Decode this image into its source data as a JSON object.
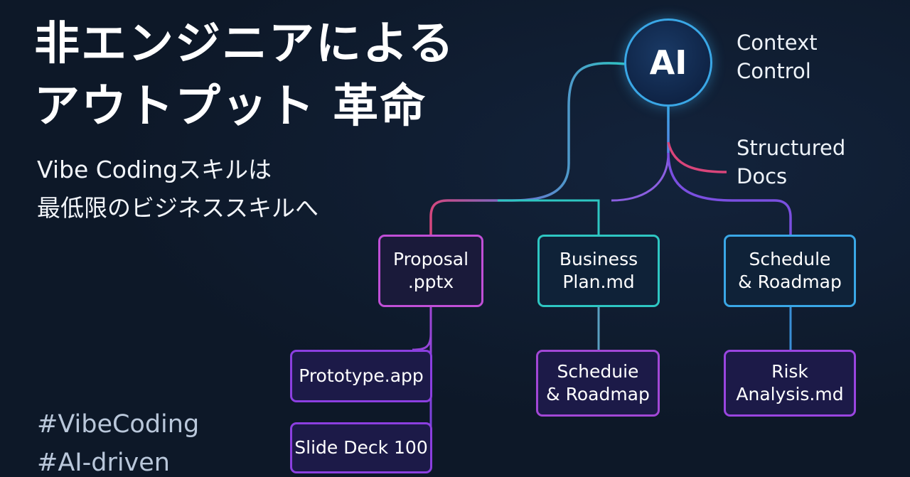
{
  "title": {
    "line1": "非エンジニアによる",
    "line2": "アウトプット 革命"
  },
  "subtitle": {
    "line1": "Vibe Codingスキルは",
    "line2": "最低限のビジネススキルへ"
  },
  "hashtags": [
    "#VibeCoding",
    "#AI-driven"
  ],
  "diagram": {
    "center": "AI",
    "side_labels": [
      {
        "line1": "Context",
        "line2": "Control"
      },
      {
        "line1": "Structured",
        "line2": "Docs"
      }
    ],
    "nodes": {
      "proposal": {
        "line1": "Proposal",
        "line2": ".pptx"
      },
      "business_plan": {
        "line1": "Business",
        "line2": "Plan.md"
      },
      "schedule": {
        "line1": "Schedule",
        "line2": "& Roadmap"
      },
      "prototype": {
        "line1": "Prototype.app"
      },
      "slide_deck": {
        "line1": "Slide Deck 100"
      },
      "scheduie": {
        "line1": "Scheduie",
        "line2": "& Roadmap"
      },
      "risk": {
        "line1": "Risk",
        "line2": "Analysis.md"
      }
    }
  },
  "colors": {
    "background": "#0d1828",
    "ai_ring": "#3aa7e6",
    "teal": "#2ec6c2",
    "magenta": "#d9457a",
    "purple": "#8b3fe0",
    "blue": "#3aa7e6"
  }
}
